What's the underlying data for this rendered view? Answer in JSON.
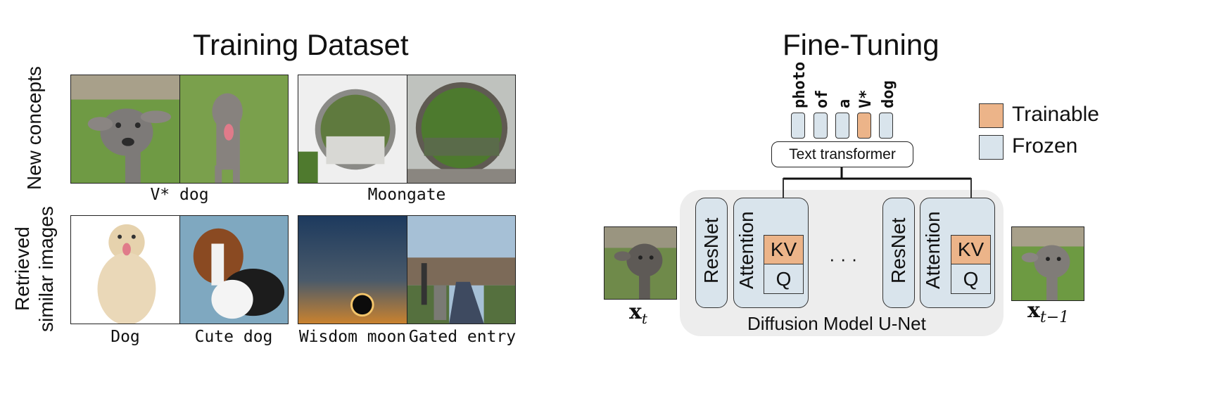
{
  "left_panel": {
    "title": "Training Dataset",
    "row_labels": {
      "new_concepts": "New concepts",
      "retrieved_line1": "Retrieved",
      "retrieved_line2": "similar images"
    },
    "captions": {
      "v_dog": "V* dog",
      "moongate": "Moongate",
      "dog": "Dog",
      "cute_dog": "Cute dog",
      "wisdom_moon": "Wisdom moon",
      "gated_entry": "Gated entry"
    }
  },
  "right_panel": {
    "title": "Fine-Tuning",
    "tokens": [
      "photo",
      "of",
      "a",
      "V*",
      "dog"
    ],
    "text_transformer": "Text transformer",
    "legend": {
      "trainable": "Trainable",
      "frozen": "Frozen"
    },
    "blocks": {
      "resnet": "ResNet",
      "attention": "Attention",
      "kv": "KV",
      "q": "Q",
      "ellipsis": "· · ·"
    },
    "unet_label": "Diffusion Model U-Net",
    "input_label": "x",
    "input_sub": "t",
    "output_label": "x",
    "output_sub": "t−1"
  },
  "colors": {
    "trainable": "#ecb489",
    "frozen": "#d9e4ec",
    "unet_bg": "#ededed"
  }
}
